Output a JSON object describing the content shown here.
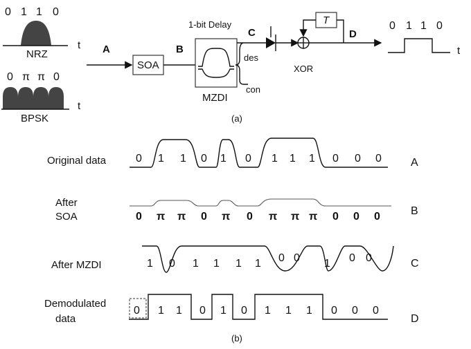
{
  "part_a": {
    "nrz": {
      "bits": [
        "0",
        "1",
        "1",
        "0"
      ],
      "label": "NRZ",
      "axis": "t"
    },
    "bpsk": {
      "phases": [
        "0",
        "π",
        "π",
        "0"
      ],
      "label": "BPSK",
      "axis": "t"
    },
    "node_a": "A",
    "node_b": "B",
    "node_c": "C",
    "node_d": "D",
    "soa": "SOA",
    "delay": "1-bit Delay",
    "mzdi": "MZDI",
    "des": "des",
    "con": "con",
    "t_block": "T",
    "xor": "XOR",
    "output": {
      "bits": [
        "0",
        "1",
        "1",
        "0"
      ],
      "axis": "t"
    },
    "caption": "(a)"
  },
  "part_b": {
    "rows": [
      {
        "label_lines": [
          "Original data"
        ],
        "values": [
          "0",
          "1",
          "1",
          "0",
          "1",
          "0",
          "1",
          "1",
          "1",
          "0",
          "0",
          "0"
        ],
        "tag": "A"
      },
      {
        "label_lines": [
          "After",
          "SOA"
        ],
        "values": [
          "0",
          "π",
          "π",
          "0",
          "π",
          "0",
          "π",
          "π",
          "π",
          "0",
          "0",
          "0"
        ],
        "tag": "B"
      },
      {
        "label_lines": [
          "After MZDI"
        ],
        "values": [
          "1",
          "0",
          "1",
          "1",
          "1",
          "1",
          "0",
          "0",
          "1",
          "0",
          "0"
        ],
        "tag": "C"
      },
      {
        "label_lines": [
          "Demodulated",
          "data"
        ],
        "values": [
          "0",
          "1",
          "1",
          "0",
          "1",
          "0",
          "1",
          "1",
          "1",
          "0",
          "0",
          "0"
        ],
        "tag": "D"
      }
    ],
    "caption": "(b)"
  }
}
